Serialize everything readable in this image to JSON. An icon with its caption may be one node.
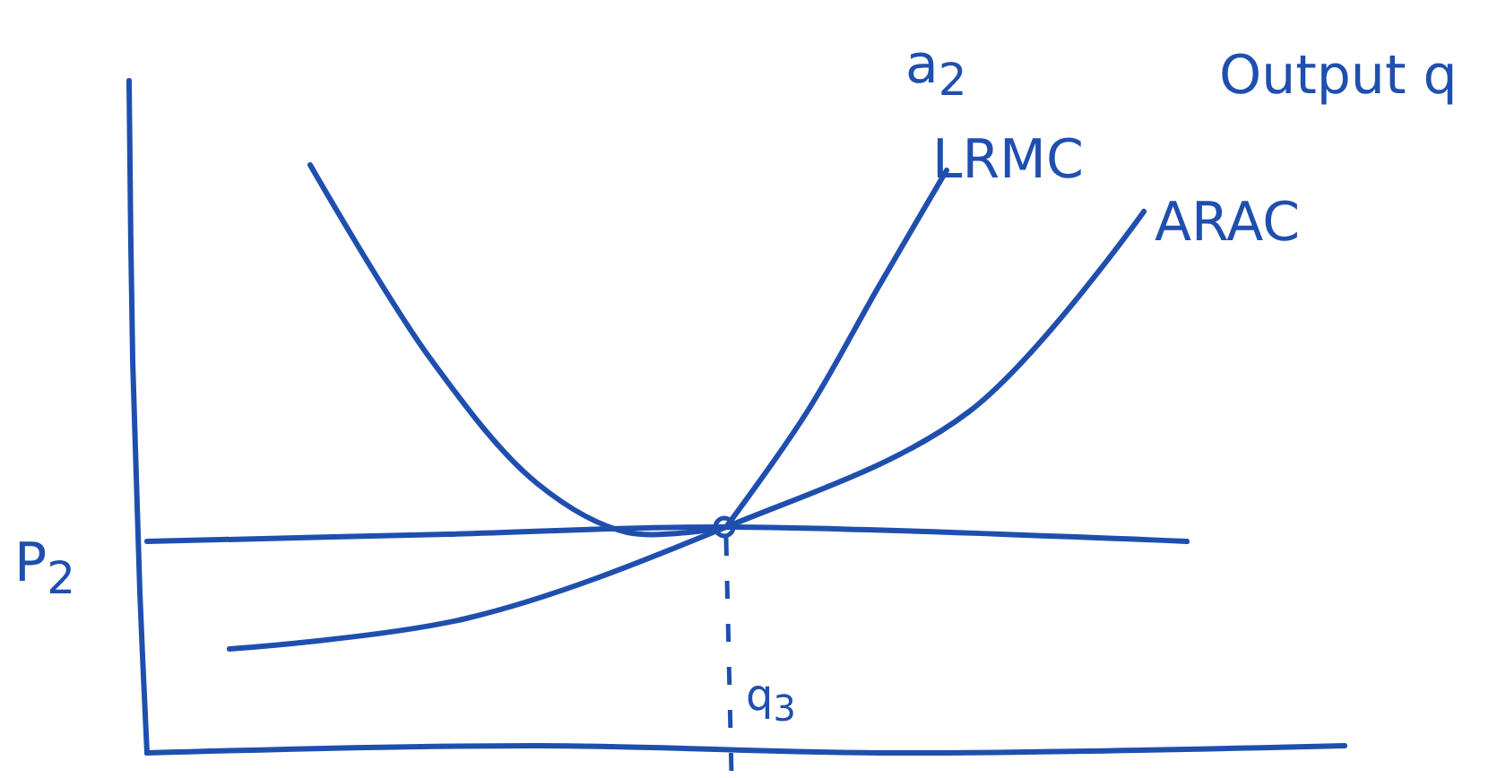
{
  "diagram": {
    "labels": [
      "a$_{2}$",
      "Output q",
      "LRMC",
      "ARAC",
      "P$_{2}$",
      "q$_{3}$"
    ]
  }
}
